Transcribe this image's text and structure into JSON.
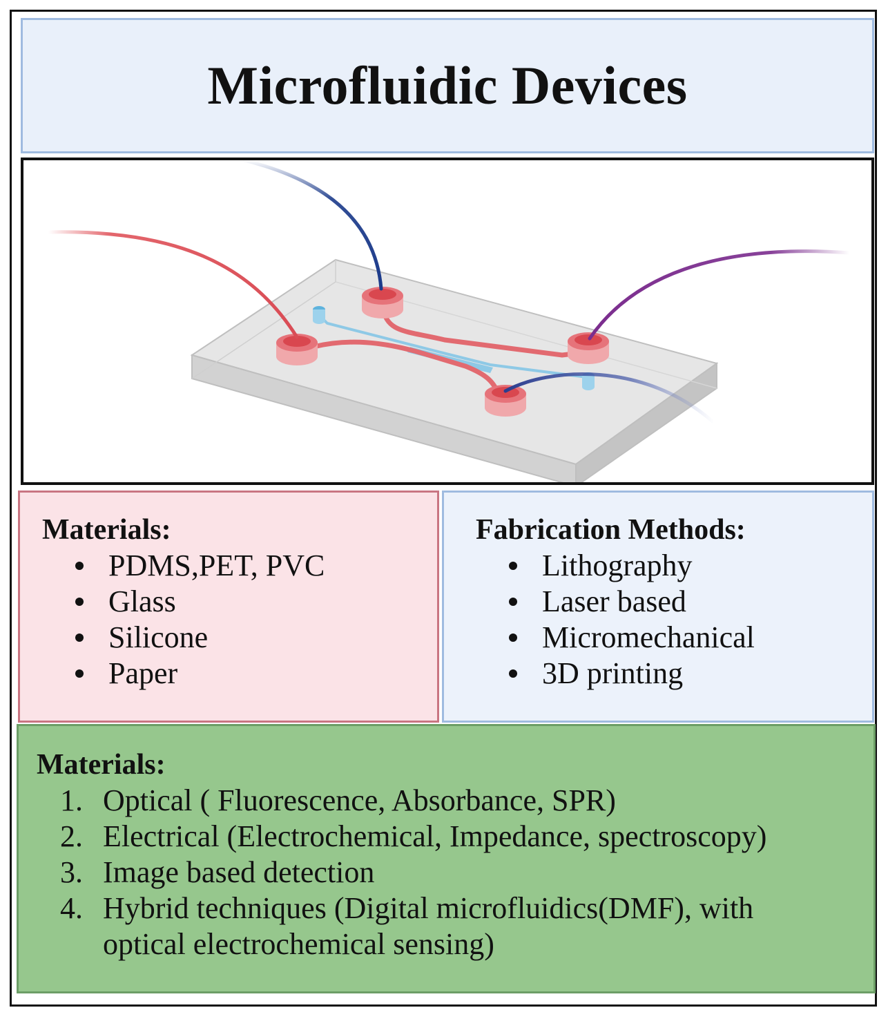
{
  "title": "Microfluidic Devices",
  "colors": {
    "title_bg": "#e9f0fa",
    "materials_bg": "#fbe3e7",
    "fabrication_bg": "#ecf2fb",
    "detection_bg": "#96c78d",
    "tube_red": "#e0555c",
    "tube_blue": "#1b3a8a",
    "tube_purple": "#7b2d8e",
    "channel_blue": "#8ec9e6"
  },
  "illustration": {
    "icon": "microfluidic-chip-icon"
  },
  "materials": {
    "heading": "Materials:",
    "items": [
      "PDMS,PET, PVC",
      "Glass",
      "Silicone",
      "Paper"
    ]
  },
  "fabrication": {
    "heading": "Fabrication Methods:",
    "items": [
      "Lithography",
      "Laser based",
      "Micromechanical",
      "3D printing"
    ]
  },
  "detection": {
    "heading": "Materials:",
    "items": [
      {
        "num": "1.",
        "line1": "Optical ( Fluorescence, Absorbance, SPR)",
        "line2": ""
      },
      {
        "num": "2.",
        "line1": "Electrical (Electrochemical, Impedance, spectroscopy)",
        "line2": ""
      },
      {
        "num": "3.",
        "line1": "Image based detection",
        "line2": ""
      },
      {
        "num": "4.",
        "line1": "Hybrid techniques (Digital microfluidics(DMF), with",
        "line2": "optical  electrochemical sensing)"
      }
    ]
  }
}
